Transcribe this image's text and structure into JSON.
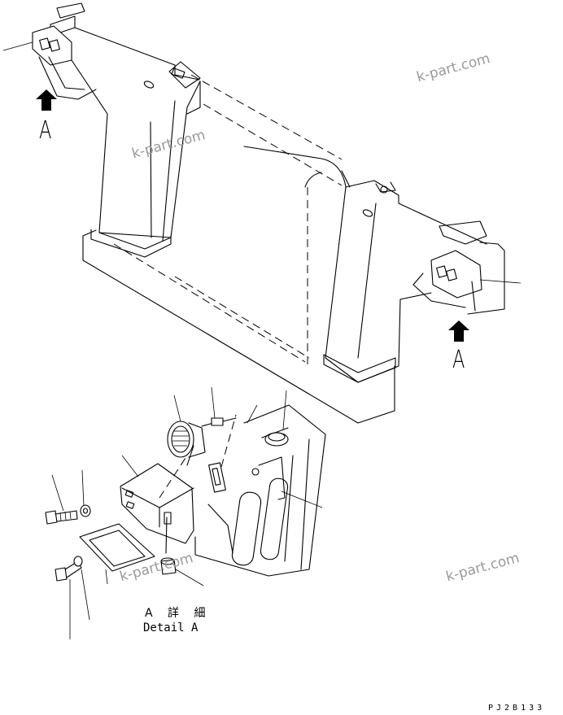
{
  "labels": {
    "view_letter_left": "A",
    "view_letter_right": "A",
    "detail_japanese": "A 詳 細",
    "detail_english": "Detail A",
    "drawing_code": "PJ2B133"
  },
  "watermarks": [
    "k-part.com",
    "k-part.com",
    "k-part.com",
    "k-part.com"
  ]
}
